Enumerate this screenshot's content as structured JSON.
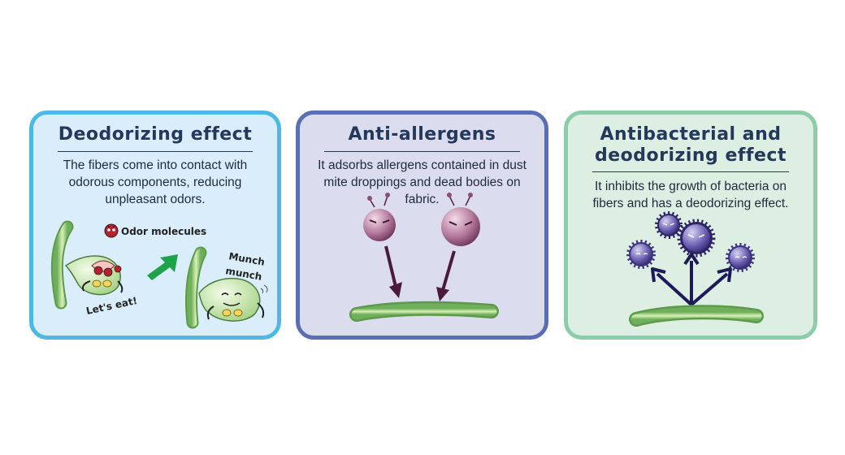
{
  "cards": [
    {
      "title": "Deodorizing effect",
      "description": "The fibers come into contact with odorous components, reducing unpleasant odors.",
      "legend": "Odor molecules",
      "speech_left": "Let's eat!",
      "speech_right_line1": "Munch",
      "speech_right_line2": "munch",
      "accent_color": "#4cb8e6"
    },
    {
      "title": "Anti-allergens",
      "description": "It adsorbs allergens contained in dust mite droppings and dead bodies on fabric.",
      "accent_color": "#5a6fb3"
    },
    {
      "title_line1": "Antibacterial and",
      "title_line2": "deodorizing effect",
      "description": "It inhibits the growth of bacteria on fibers and has a deodorizing effect.",
      "accent_color": "#8cccab"
    }
  ]
}
